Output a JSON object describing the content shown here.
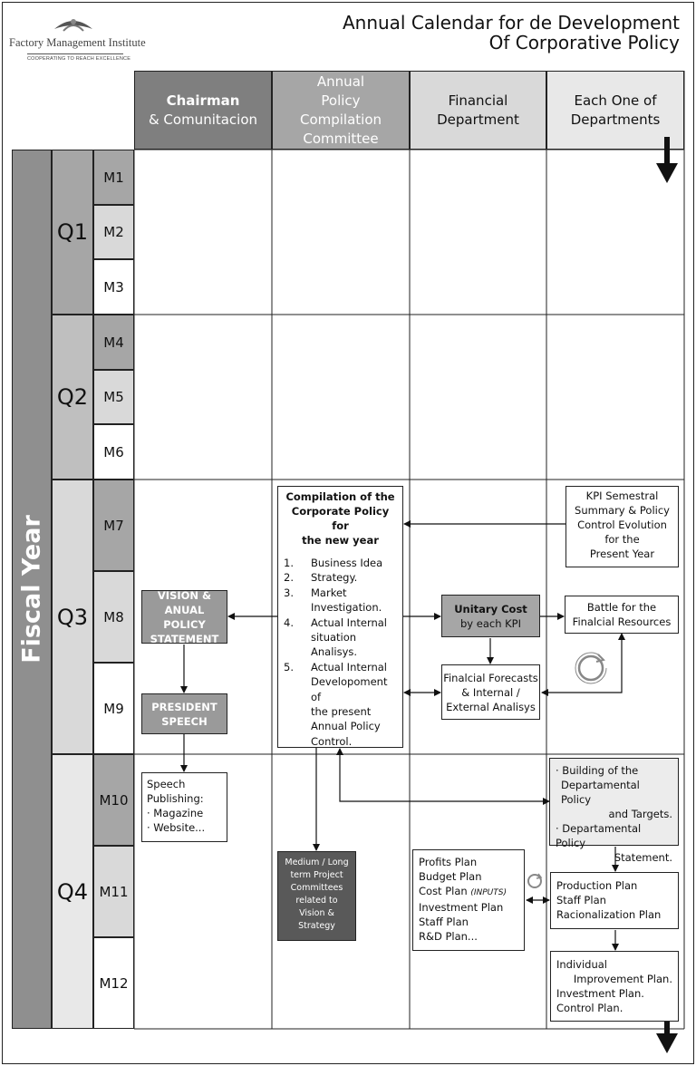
{
  "title": {
    "line1": "Annual Calendar for de Development",
    "line2": "Of Corporative Policy"
  },
  "logo": {
    "name": "Factory Management Institute",
    "tagline": "COOPERATING TO REACH EXCELLENCE"
  },
  "columns": {
    "chairman": {
      "line1": "Chairman",
      "line2": "& Comunitacion"
    },
    "committee": {
      "line1": "Annual",
      "line2": "Policy",
      "line3": "Compilation",
      "line4": "Committee"
    },
    "financial": {
      "line1": "Financial",
      "line2": "Department"
    },
    "departments": {
      "line1": "Each One of",
      "line2": "Departments"
    }
  },
  "fiscal_year": "Fiscal Year",
  "quarters": [
    "Q1",
    "Q2",
    "Q3",
    "Q4"
  ],
  "months": [
    "M1",
    "M2",
    "M3",
    "M4",
    "M5",
    "M6",
    "M7",
    "M8",
    "M9",
    "M10",
    "M11",
    "M12"
  ],
  "boxes": {
    "compilation": {
      "title1": "Compilation of the",
      "title2": "Corporate Policy for",
      "title3": "the new year",
      "items": [
        {
          "num": "1.",
          "lines": [
            "Business Idea"
          ]
        },
        {
          "num": "2.",
          "lines": [
            "Strategy."
          ]
        },
        {
          "num": "3.",
          "lines": [
            "Market",
            "Investigation."
          ]
        },
        {
          "num": "4.",
          "lines": [
            "Actual Internal",
            "situation",
            "Analisys."
          ]
        },
        {
          "num": "5.",
          "lines": [
            "Actual Internal",
            "Developoment of",
            "the present",
            "Annual Policy",
            "Control."
          ]
        }
      ]
    },
    "kpi": {
      "l1": "KPI Semestral",
      "l2": "Summary & Policy",
      "l3": "Control Evolution",
      "l4": "for the",
      "l5": "Present Year"
    },
    "vision": {
      "l1": "VISION &",
      "l2": "ANUAL POLICY",
      "l3": "STATEMENT"
    },
    "president": {
      "l1": "PRESIDENT",
      "l2": "SPEECH"
    },
    "unitary": {
      "l1": "Unitary Cost",
      "l2": "by each KPI"
    },
    "battle": {
      "l1": "Battle for the",
      "l2": "Finalcial Resources"
    },
    "forecasts": {
      "l1": "Finalcial Forecasts",
      "l2": "& Internal /",
      "l3": "External Analisys"
    },
    "speech": {
      "l1": "Speech",
      "l2": "Publishing:",
      "l3": "· Magazine",
      "l4": "· Website..."
    },
    "building": {
      "l1": "· Building of the",
      "l2": "Departamental Policy",
      "l3": "and Targets.",
      "l4": "· Departamental Policy",
      "l5": "Statement."
    },
    "medium": {
      "l1": "Medium / Long",
      "l2": "term Project",
      "l3": "Committees",
      "l4": "related to",
      "l5": "Vision &",
      "l6": "Strategy"
    },
    "plans": {
      "l1": "Profits Plan",
      "l2": "Budget Plan",
      "l3": "Cost Plan",
      "l3b": "(INPUTS)",
      "l4": "Investment Plan",
      "l5": "Staff Plan",
      "l6": "R&D Plan..."
    },
    "production": {
      "l1": "Production Plan",
      "l2": "Staff Plan",
      "l3": "Racionalization Plan"
    },
    "individual": {
      "l1": "Individual",
      "l2": "Improvement Plan.",
      "l3": "Investment Plan.",
      "l4": "Control Plan."
    }
  },
  "colors": {
    "dark_gray": "#7f7f7f",
    "mid_gray": "#a6a6a6",
    "light_gray": "#d9d9d9",
    "lighter_gray": "#e8e8e8",
    "medium_box": "#595959"
  }
}
